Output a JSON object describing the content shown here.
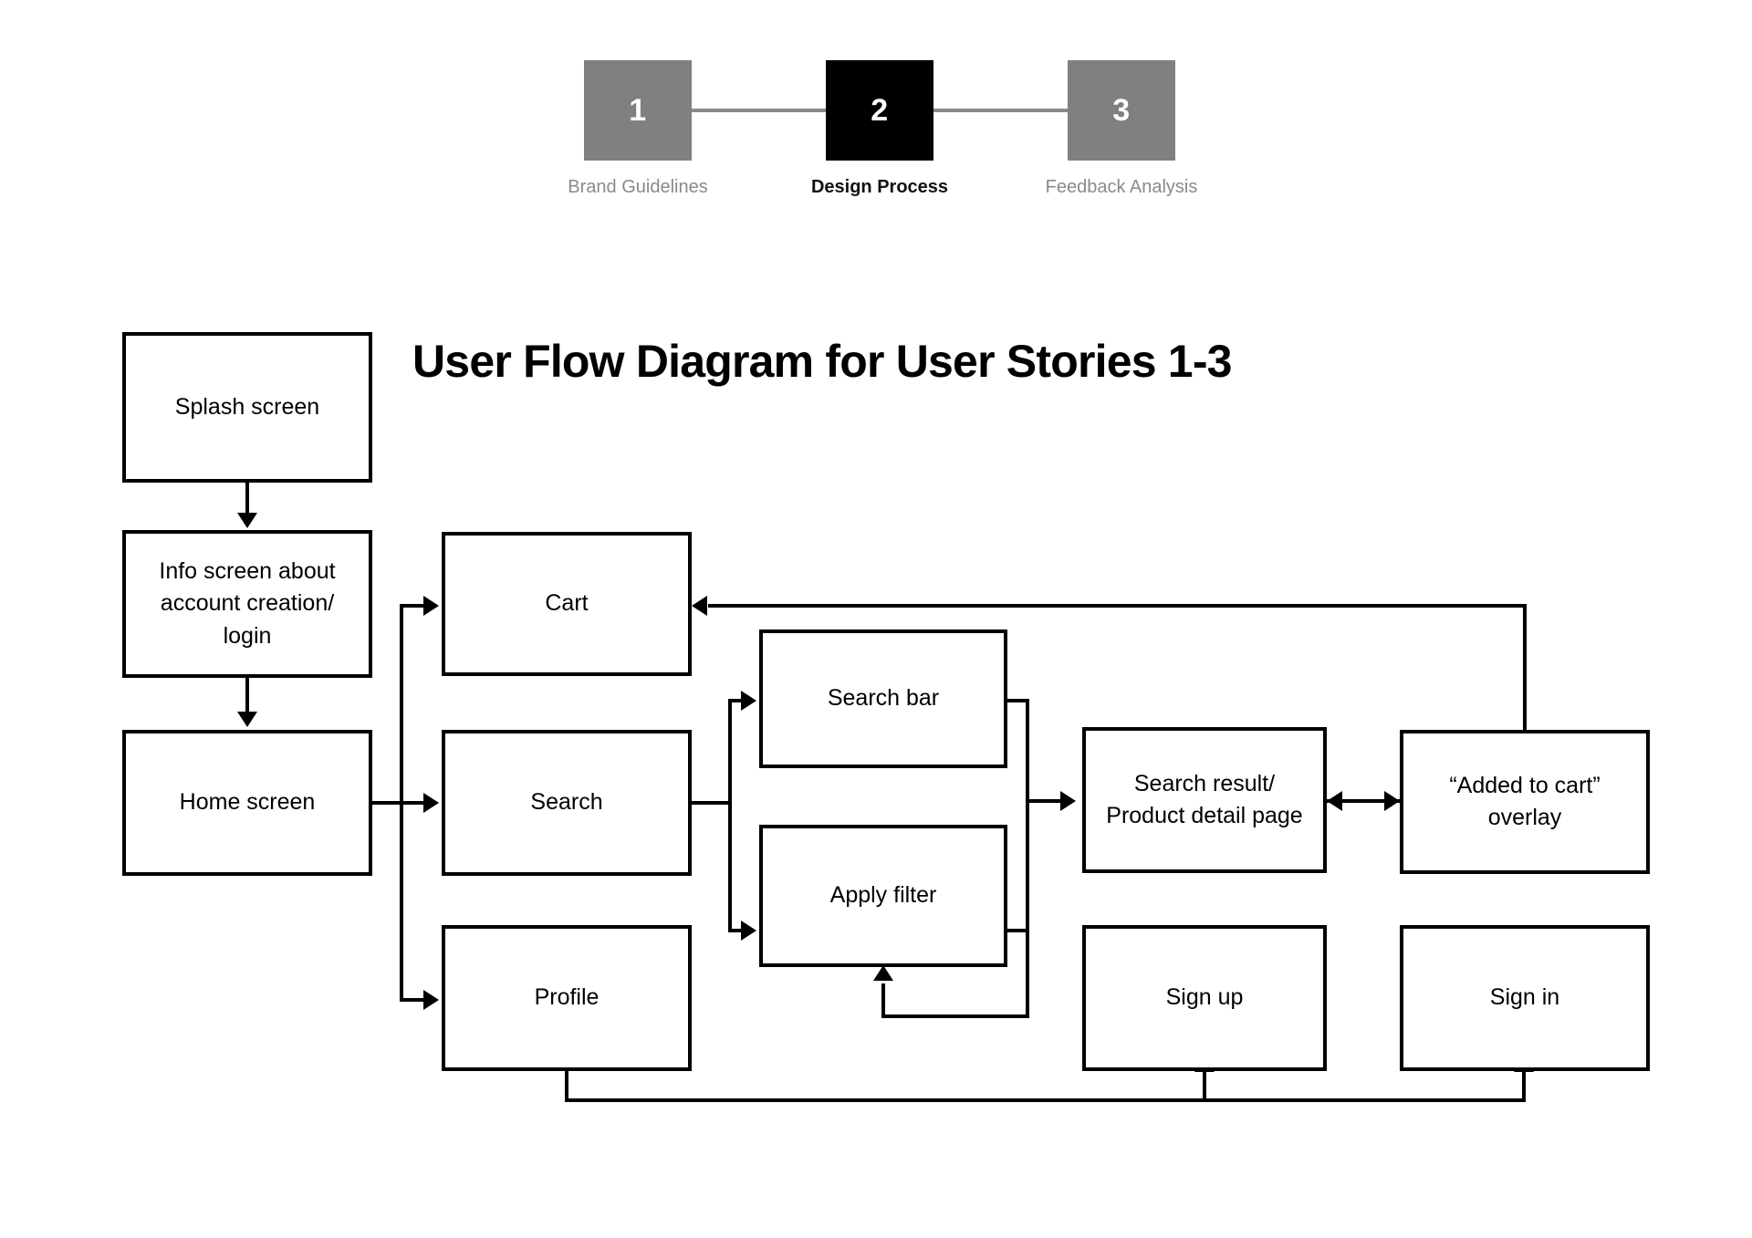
{
  "stepper": {
    "steps": [
      {
        "number": "1",
        "label": "Brand Guidelines",
        "state": "inactive"
      },
      {
        "number": "2",
        "label": "Design Process",
        "state": "active"
      },
      {
        "number": "3",
        "label": "Feedback Analysis",
        "state": "inactive"
      }
    ],
    "colors": {
      "inactive": "#808080",
      "active": "#000000",
      "connector": "#8a8a8a",
      "label_inactive": "#8a8a8a",
      "label_active": "#111111"
    }
  },
  "title": "User Flow Diagram for User Stories 1-3",
  "diagram": {
    "nodes": [
      {
        "id": "splash",
        "label": "Splash screen"
      },
      {
        "id": "info",
        "label": "Info screen about account creation/ login"
      },
      {
        "id": "home",
        "label": "Home screen"
      },
      {
        "id": "cart",
        "label": "Cart"
      },
      {
        "id": "search",
        "label": "Search"
      },
      {
        "id": "profile",
        "label": "Profile"
      },
      {
        "id": "search-bar",
        "label": "Search bar"
      },
      {
        "id": "apply-filter",
        "label": "Apply filter"
      },
      {
        "id": "search-result",
        "label": "Search result/ Product detail page"
      },
      {
        "id": "added-overlay",
        "label": "“Added to cart” overlay"
      },
      {
        "id": "sign-up",
        "label": "Sign up"
      },
      {
        "id": "sign-in",
        "label": "Sign in"
      }
    ],
    "edges": [
      {
        "from": "splash",
        "to": "info",
        "type": "arrow"
      },
      {
        "from": "info",
        "to": "home",
        "type": "arrow"
      },
      {
        "from": "home",
        "to": "cart",
        "type": "arrow"
      },
      {
        "from": "home",
        "to": "search",
        "type": "arrow"
      },
      {
        "from": "home",
        "to": "profile",
        "type": "arrow"
      },
      {
        "from": "search",
        "to": "search-bar",
        "type": "arrow"
      },
      {
        "from": "search",
        "to": "apply-filter",
        "type": "arrow"
      },
      {
        "from": "search-bar",
        "to": "search-result",
        "type": "arrow"
      },
      {
        "from": "apply-filter",
        "to": "search-result",
        "type": "arrow"
      },
      {
        "from": "search-result",
        "to": "added-overlay",
        "type": "bidirectional"
      },
      {
        "from": "added-overlay",
        "to": "cart",
        "type": "arrow"
      },
      {
        "from": "search-result",
        "to": "apply-filter",
        "type": "arrow"
      },
      {
        "from": "profile",
        "to": "sign-up",
        "type": "arrow"
      },
      {
        "from": "profile",
        "to": "sign-in",
        "type": "arrow"
      }
    ]
  },
  "style": {
    "stroke": "#000000",
    "background": "#ffffff"
  }
}
